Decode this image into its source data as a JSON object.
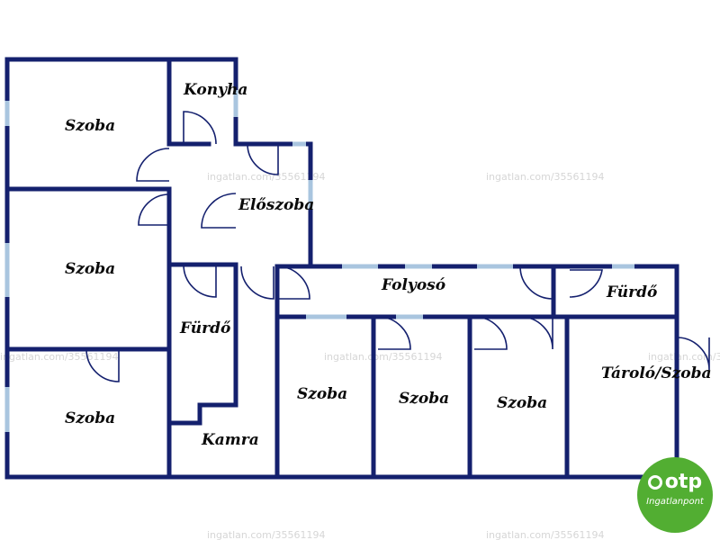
{
  "rooms": {
    "szoba_1": "Szoba",
    "szoba_2": "Szoba",
    "szoba_3": "Szoba",
    "konyha": "Konyha",
    "eloszoba": "Előszoba",
    "furdo_1": "Fürdő",
    "kamra": "Kamra",
    "folyoso": "Folyosó",
    "furdo_2": "Fürdő",
    "szoba_4": "Szoba",
    "szoba_5": "Szoba",
    "szoba_6": "Szoba",
    "tarolo": "Tároló/Szoba"
  },
  "watermark_text": "ingatlan.com/35561194",
  "logo": {
    "brand": "otp",
    "sub": "Ingatlanpont"
  },
  "colors": {
    "wall": "#14206e",
    "window": "#a9c5df",
    "logo_green": "#52ae32"
  }
}
